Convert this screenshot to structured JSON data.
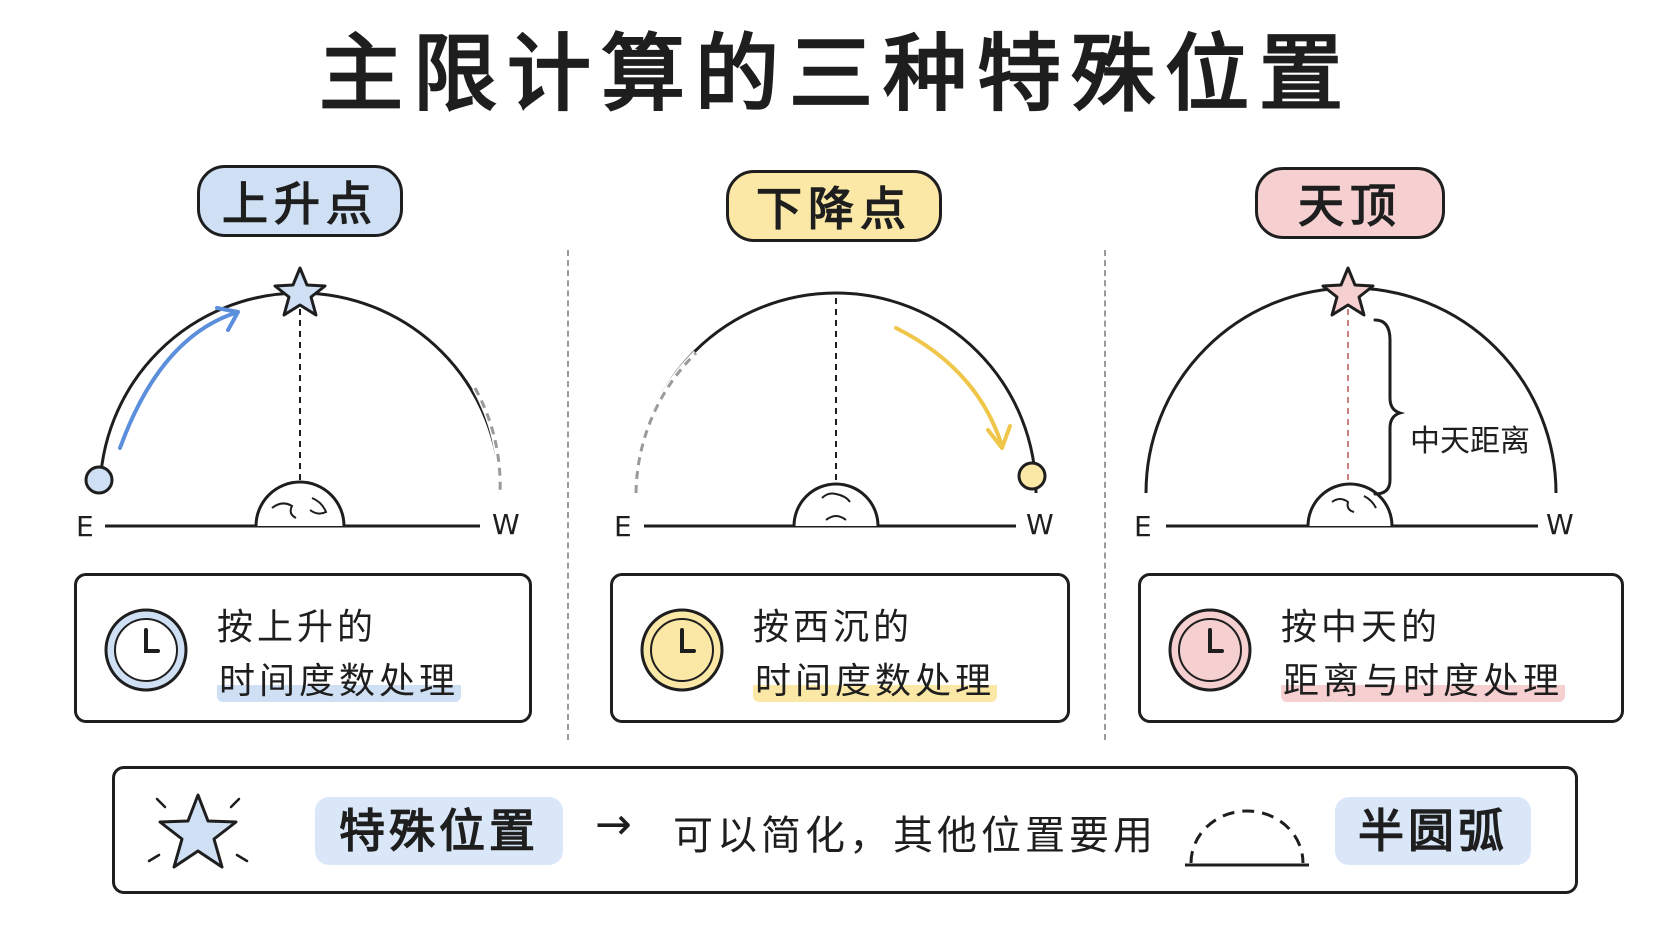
{
  "title": "主限计算的三种特殊位置",
  "panels": [
    {
      "label": "上升点",
      "color": "#cfe0f5",
      "accent": "#5b8fdc",
      "east": "E",
      "west": "W",
      "line1": "按上升的",
      "line2": "时间度数处理"
    },
    {
      "label": "下降点",
      "color": "#fbe7a6",
      "accent": "#f0c64a",
      "east": "E",
      "west": "W",
      "line1": "按西沉的",
      "line2": "时间度数处理"
    },
    {
      "label": "天顶",
      "color": "#f6d0d0",
      "accent": "#e88c8c",
      "east": "E",
      "west": "W",
      "annotation": "中天距离",
      "line1": "按中天的",
      "line2": "距离与时度处理"
    }
  ],
  "bottom": {
    "tag1": "特殊位置",
    "arrow": "→",
    "text": "可以简化，其他位置要用",
    "tag2": "半圆弧",
    "tag_color": "#d9e7f8",
    "star_color": "#cfe0f5"
  }
}
